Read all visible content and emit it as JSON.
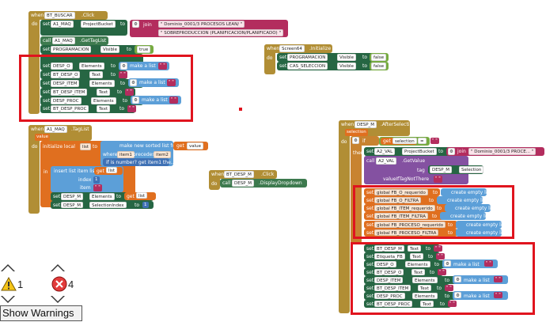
{
  "colors": {
    "event": "#b18e35",
    "setter": "#266643",
    "call": "#3d7a4e",
    "list": "#5c9fd8",
    "text": "#b32d5e",
    "variable": "#e06f1f",
    "logic": "#77ab41",
    "math": "#3f71b5",
    "control": "#c88330",
    "purple": "#8451a1",
    "highlight": "#e0141e"
  },
  "block1": {
    "when": "when",
    "component": "BT_BUSCAR",
    "event": ".Click",
    "do": "do",
    "set": "set",
    "call": "call",
    "to": "to",
    "join": "join",
    "r1_comp": "A1_MAQ",
    "r1_prop": "ProjectBucket",
    "r1_s1": "\" Dominio_0001/3 PROCESOS LEAN/ \"",
    "r1_s2": "\" SOBREPRODUCCION (PLANIFICACION/PLANIFICADO) \"",
    "r2_call": "A1_MAQ",
    "r2_method": ".GetTagList",
    "r3_comp": "PROGRAMACION",
    "r3_prop": "Visible",
    "r3_val": "true",
    "r4_comp": "DESP_O",
    "r4_prop": "Elements",
    "r4_val": "make a list",
    "r5_comp": "BT_DESP_O",
    "r5_prop": "Text",
    "r6_comp": "DESP_ITEM",
    "r6_prop": "Elements",
    "r6_val": "make a list",
    "r7_comp": "BT_DESP_ITEM",
    "r7_prop": "Text",
    "r8_comp": "DESP_PROC",
    "r8_prop": "Elements",
    "r8_val": "make a list",
    "r9_comp": "BT_DESP_PROC",
    "r9_prop": "Text",
    "empty": "\" \""
  },
  "block2": {
    "when": "when",
    "component": "Screen64",
    "event": ".Initialize",
    "do": "do",
    "set": "set",
    "to": "to",
    "r1_comp": "PROGRAMACION",
    "r1_prop": "Visible",
    "r1_val": "false",
    "r2_comp": "CAS_SELECCION",
    "r2_prop": "Visible",
    "r2_val": "false"
  },
  "block3": {
    "when": "when",
    "component": "A1_MAQ",
    "event": ".TagList",
    "param": "value",
    "do": "do",
    "init": "initialize local",
    "local": "list",
    "to": "to",
    "sorted": "make new sorted list from",
    "get": "get",
    "value": "value",
    "where": "where",
    "item1": "item1",
    "precedes": "precedes",
    "item2": "item2",
    "ifnum": "if is number?  get item1  the...",
    "in": "in",
    "insert": "insert list item  list",
    "get2": "get",
    "list2": "list",
    "index": "index",
    "index_val": "1",
    "item": "item",
    "set": "set",
    "r1_comp": "DESP_M",
    "r1_prop": "Elements",
    "r1_get": "get",
    "r1_var": "list",
    "r2_comp": "DESP_M",
    "r2_prop": "SelectionIndex",
    "r2_val": "1"
  },
  "block4": {
    "when": "when",
    "component": "BT_DESP_M",
    "event": ".Click",
    "do": "do",
    "call": "call",
    "comp2": "DESP_M",
    "method": ".DisplayDropdown"
  },
  "block5": {
    "when": "when",
    "component": "DESP_M",
    "event": ".AfterSelecting",
    "param": "selection",
    "do": "do",
    "if": "if",
    "then": "then",
    "get": "get",
    "selection": "selection",
    "eq": "=",
    "set": "set",
    "to": "to",
    "a2_comp": "A2_VAL",
    "a2_prop": "ProjectBucket",
    "join": "join",
    "a2_str": "\" Dominio_0001/3 PROCE... \"",
    "call": "call",
    "a2_call": "A2_VAL",
    "getvalue": ".GetValue",
    "tag": "tag",
    "tag_comp": "DESP_M",
    "tag_prop": "Selection",
    "notthere": "valueIfTagNotThere",
    "g1": "global FB_O_requerido",
    "g2": "global FB_O_FILTRA",
    "g3": "global FB_ITEM_requerido",
    "g4": "global FB_ITEM_FILTRA",
    "g5": "global FB_PROCESO_requerido",
    "g6": "global FB_PROCESO_FILTRA",
    "create": "create empty list",
    "s1_comp": "BT_DESP_M",
    "s1_prop": "Text",
    "s2_comp": "Etiqueta_FB",
    "s2_prop": "Text",
    "s3_comp": "DESP_O",
    "s3_prop": "Elements",
    "makelist": "make a list",
    "s4_comp": "BT_DESP_O",
    "s4_prop": "Text",
    "s5_comp": "DESP_ITEM",
    "s5_prop": "Elements",
    "s6_comp": "BT_DESP_ITEM",
    "s6_prop": "Text",
    "s7_comp": "DESP_PROC",
    "s7_prop": "Elements",
    "s8_comp": "BT_DESP_PROC",
    "s8_prop": "Text",
    "empty": "\" \""
  },
  "warnings": {
    "warning_count": "1",
    "error_count": "4",
    "show_label": "Show Warnings"
  }
}
